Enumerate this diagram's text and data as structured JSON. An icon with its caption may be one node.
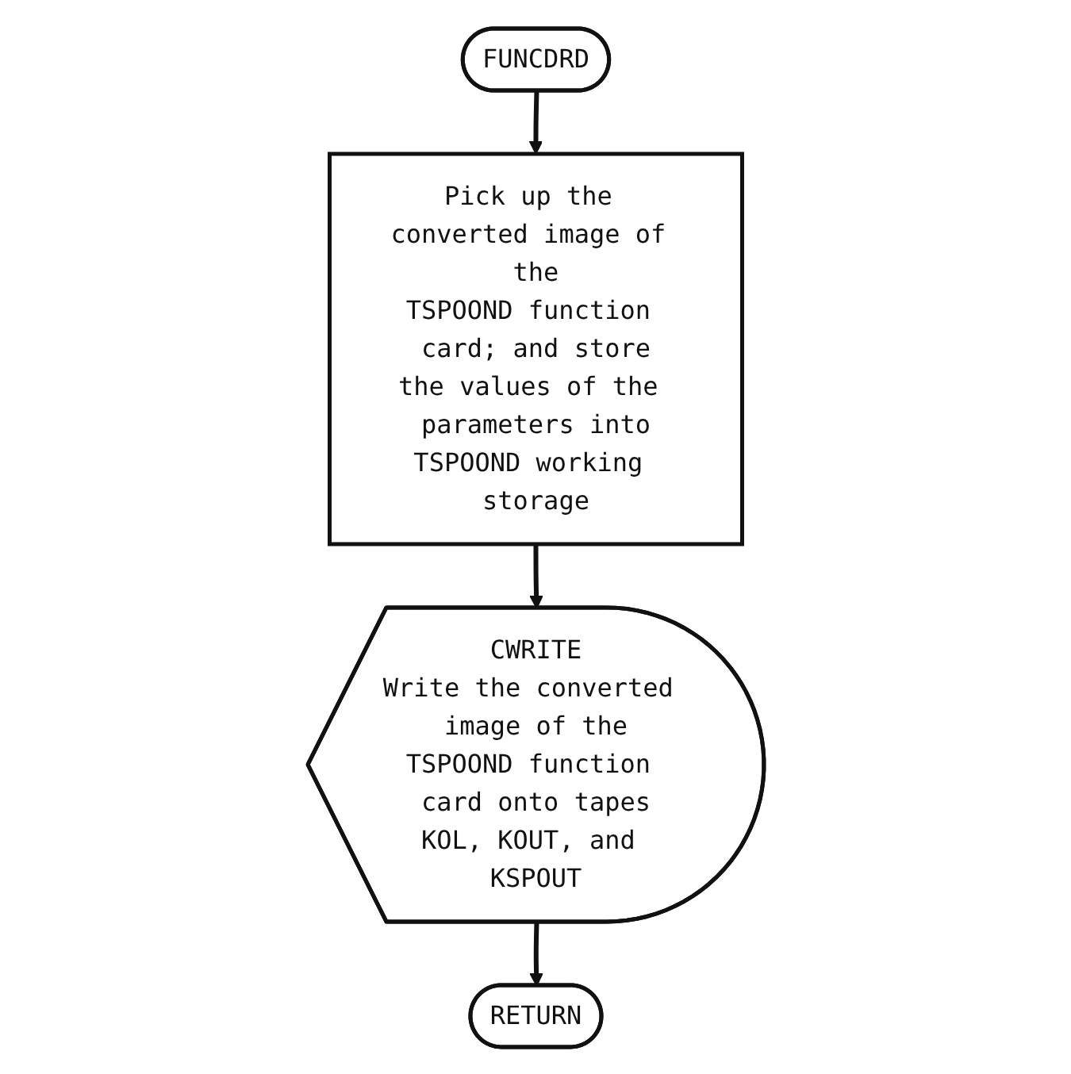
{
  "diagram": {
    "nodes": [
      {
        "text": [
          "FUNCDRD"
        ]
      },
      {
        "text": [
          "Pick up the converted image of the TSPOOND function card; and store the values of the parameters into TSPOOND working storage"
        ]
      },
      {
        "text": [
          "CWRITE",
          "Write the converted image of the TSPOOND function card onto tapes KOL, KOUT, and KSPOUT"
        ]
      },
      {
        "text": [
          "RETURN"
        ]
      }
    ],
    "edges": [
      {
        "from": 0,
        "to": 1,
        "arrow": "to"
      },
      {
        "from": 1,
        "to": 2,
        "arrow": "to"
      },
      {
        "from": 2,
        "to": 3,
        "arrow": "to"
      }
    ]
  }
}
